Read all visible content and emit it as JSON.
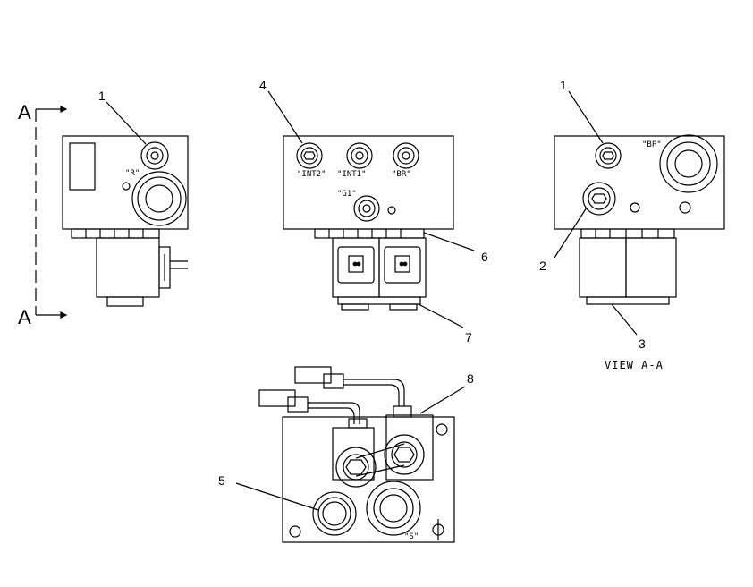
{
  "section_markers": {
    "top": "A",
    "bottom": "A"
  },
  "callouts": {
    "c1_left": "1",
    "c4": "4",
    "c1_right": "1",
    "c6": "6",
    "c2": "2",
    "c7": "7",
    "c3": "3",
    "c8": "8",
    "c5": "5"
  },
  "port_labels": {
    "r": "\"R\"",
    "int2": "\"INT2\"",
    "int1": "\"INT1\"",
    "br_mid": "\"BR\"",
    "g1": "\"G1\"",
    "bp": "\"BP\"",
    "s": "\"S\""
  },
  "view_title": "VIEW  A-A"
}
